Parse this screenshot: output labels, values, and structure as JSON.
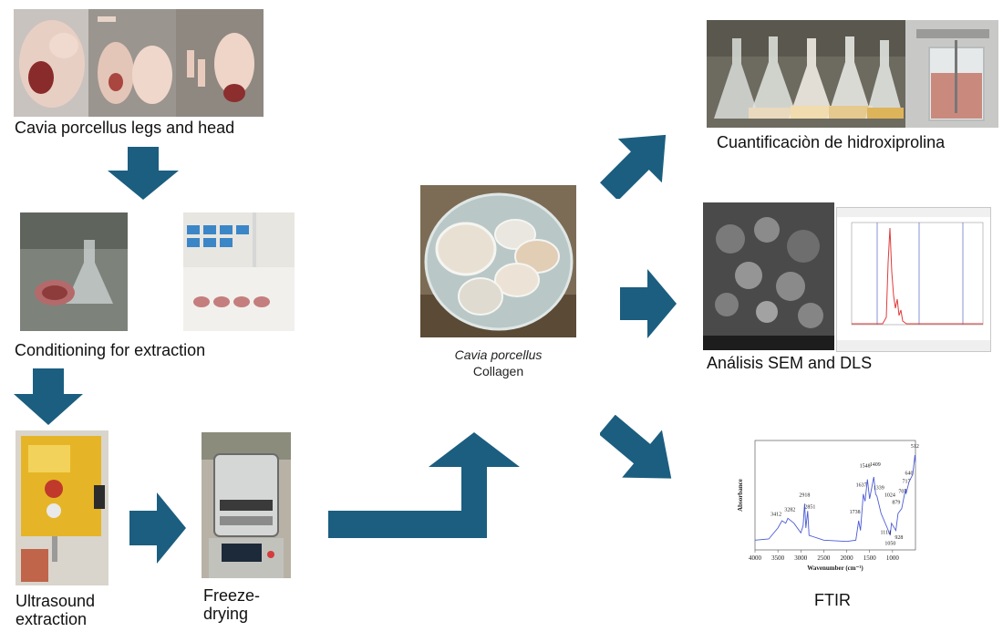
{
  "steps": {
    "source_label": "Cavia porcellus legs and head",
    "conditioning_label": "Conditioning for extraction",
    "ultrasound_label_line1": "Ultrasound",
    "ultrasound_label_line2": "extraction",
    "freeze_label_line1": "Freeze-",
    "freeze_label_line2": "drying"
  },
  "product": {
    "species": "Cavia porcellus",
    "name": "Collagen"
  },
  "analyses": {
    "hydroxyproline_label": "Cuantificaciòn de hidroxiprolina",
    "sem_dls_label": "Análisis SEM and DLS",
    "ftir_label": "FTIR"
  },
  "ftir_chart": {
    "ylabel": "Absorbance",
    "xlabel": "Wavenumber (cm⁻¹)",
    "x_ticks": [
      "4000",
      "3500",
      "3000",
      "2500",
      "2000",
      "1500",
      "1000"
    ],
    "peaks": [
      "512",
      "1548",
      "1409",
      "1637",
      "1339",
      "1024",
      "879",
      "1738",
      "3412",
      "3282",
      "2918",
      "2851",
      "1114",
      "1050",
      "928",
      "640",
      "717",
      "707"
    ]
  },
  "colors": {
    "arrow": "#1b5e80"
  }
}
